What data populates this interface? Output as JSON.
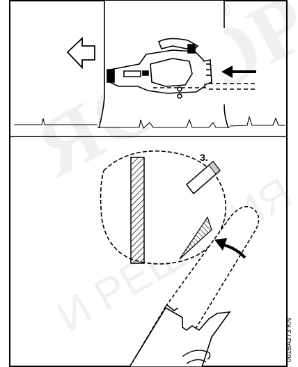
{
  "diagram": {
    "step_label": "3.",
    "figure_code": "001BA273 KN"
  },
  "watermark": {
    "main_text": "ЯСТОРА",
    "sub_text": "И РЕШЕНИЯ",
    "registered_mark": "®"
  },
  "colors": {
    "line": "#000000",
    "background": "#ffffff",
    "hatch": "#000000",
    "watermark": "#000000"
  }
}
